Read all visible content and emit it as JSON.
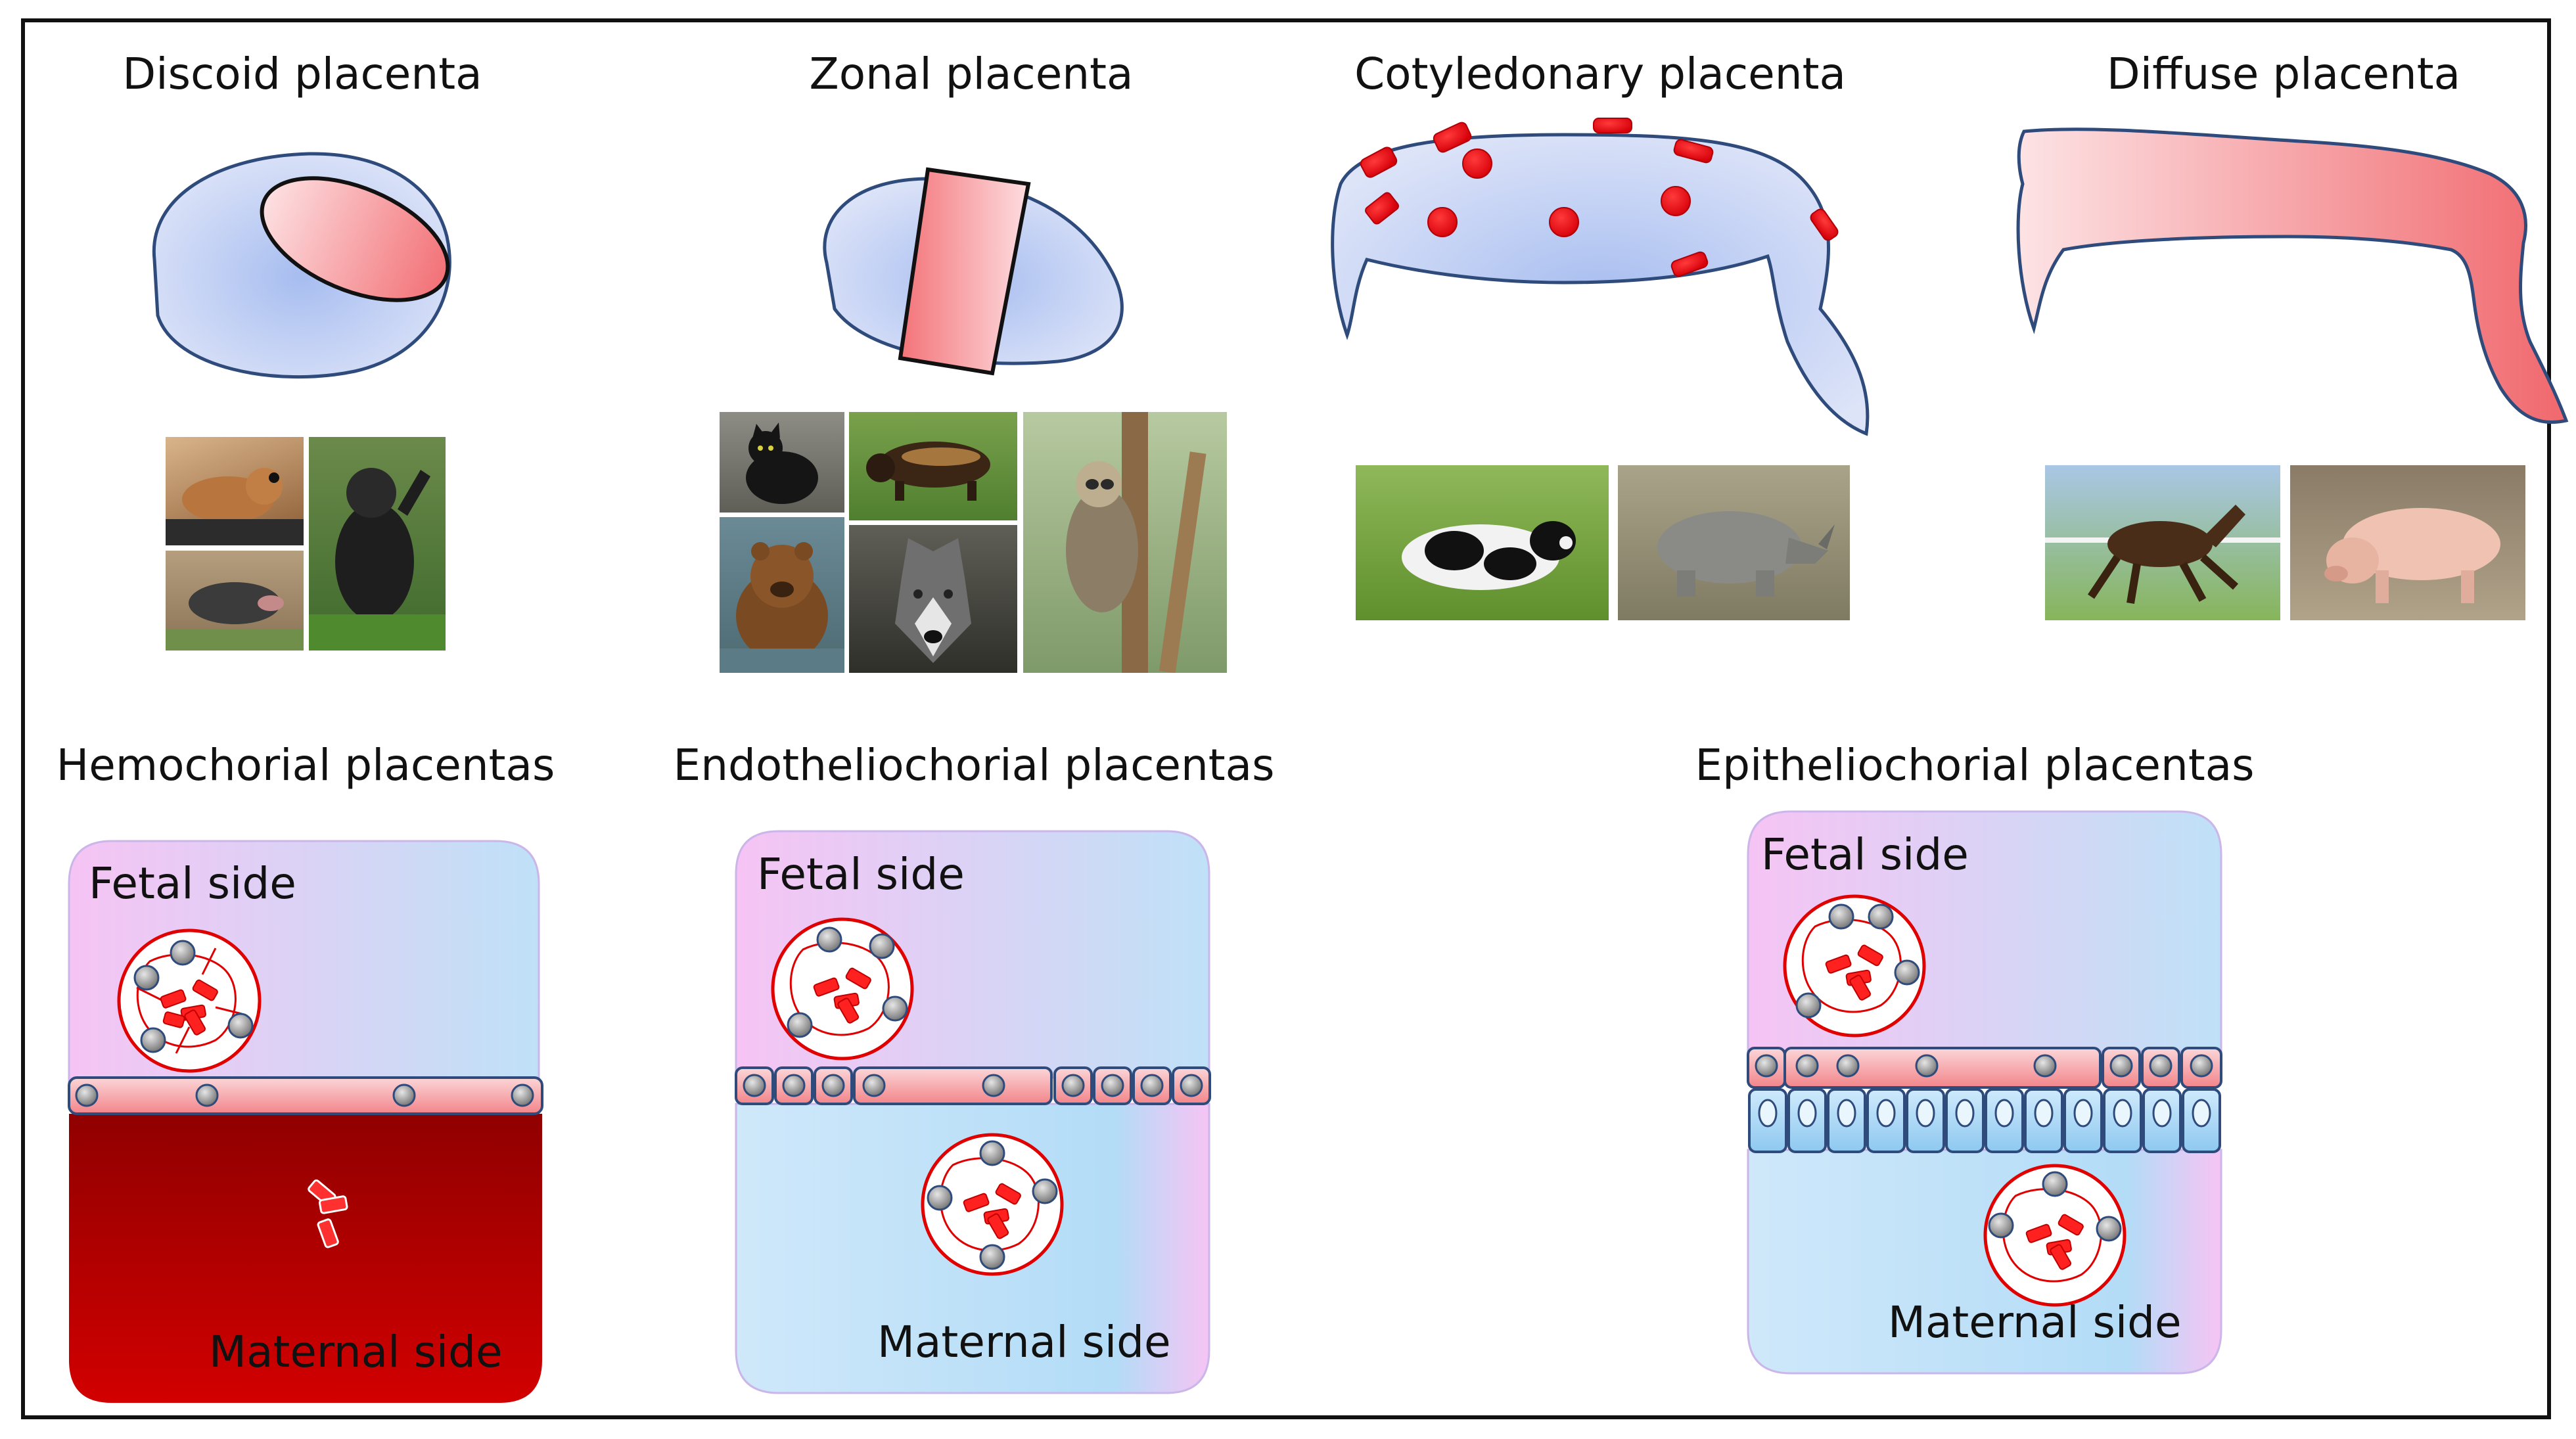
{
  "placenta_shapes": {
    "discoid": {
      "title": "Discoid placenta"
    },
    "zonal": {
      "title": "Zonal placenta"
    },
    "cotyledonary": {
      "title": "Cotyledonary placenta"
    },
    "diffuse": {
      "title": "Diffuse placenta"
    }
  },
  "interface_types": {
    "hemochorial": {
      "title": "Hemochorial placentas",
      "fetal_label": "Fetal side",
      "maternal_label": "Maternal side"
    },
    "endotheliochorial": {
      "title": "Endotheliochorial placentas",
      "fetal_label": "Fetal side",
      "maternal_label": "Maternal side"
    },
    "epitheliochorial": {
      "title": "Epitheliochorial placentas",
      "fetal_label": "Fetal side",
      "maternal_label": "Maternal side"
    }
  },
  "colors": {
    "tissue_blue": "#b9cdf4",
    "placenta_red": "#f47c80",
    "cotyledon_red": "#e8000f",
    "maternal_blood": "#b80000",
    "fetal_pink": "#f4c4f4",
    "maternal_blue": "#bfe2f8"
  },
  "photos": [
    {
      "name": "mouse-photo"
    },
    {
      "name": "gorilla-photo"
    },
    {
      "name": "mole-photo"
    },
    {
      "name": "cat-photo"
    },
    {
      "name": "wolverine-photo"
    },
    {
      "name": "bear-photo"
    },
    {
      "name": "wolf-photo"
    },
    {
      "name": "sloth-photo"
    },
    {
      "name": "cow-photo"
    },
    {
      "name": "rhino-photo"
    },
    {
      "name": "horse-photo"
    },
    {
      "name": "pig-photo"
    }
  ]
}
